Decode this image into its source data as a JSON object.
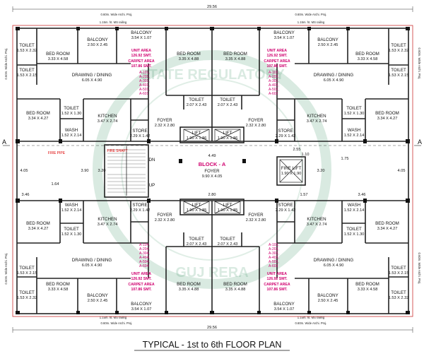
{
  "title": "TYPICAL - 1st to 6th FLOOR PLAN",
  "block": "BLOCK - A",
  "overall_dim": "29.56",
  "side_mark": "A",
  "road_label": "0.60m. Wide Archi. Proj.",
  "railing_label": "1.15m. ht. MS railing",
  "side_road_label": "0.60m. Wide Archi. Proj.",
  "watermark": {
    "top": "STATE REGULATORY",
    "bottom": "GUJ RERA"
  },
  "units": {
    "unit_area_label": "UNIT AREA",
    "unit_area": "126.92 SMT.",
    "carpet_area_label": "CARPET AREA",
    "carpet_area": "107.86 SMT.",
    "tl_flats": [
      "A-101,",
      "A-201,",
      "A-301,",
      "A-401,",
      "A-501,",
      "A-601"
    ],
    "tr_flats": [
      "A-102,",
      "A-202,",
      "A-302,",
      "A-402,",
      "A-502,",
      "A-602"
    ],
    "bl_flats": [
      "A-104,",
      "A-204,",
      "A-304,",
      "A-404,",
      "A-504,",
      "A-604"
    ],
    "br_flats": [
      "A-103,",
      "A-203,",
      "A-303,",
      "A-403,",
      "A-503,",
      "A-603"
    ]
  },
  "rooms": {
    "bedroom": "BED ROOM",
    "balcony": "BALCONY",
    "toilet": "TOILET",
    "drawing": "DRAWING / DINING",
    "kitchen": "KITCHEN",
    "wash": "WASH",
    "store": "STORE",
    "foyer": "FOYER",
    "lift": "LIFT",
    "fire_lift": "FIRE LIFT",
    "dn": "DN",
    "up": "UP",
    "fire_shaft": "FIRE SHAFT",
    "fire_pipe": "FIRE PIPE"
  },
  "dims": {
    "bed_top": "3.33 X 4.58",
    "bed_mid": "3.35 X 4.88",
    "balcony_a": "2.50 X 2.45",
    "balcony_b": "3.54 X 1.07",
    "toilet_a": "1.53 X 2.32",
    "toilet_b": "1.53 X 2.15",
    "drawing": "6.05 X 4.90",
    "bed_lower": "3.34 X 4.27",
    "toilet_c": "1.52 X 1.30",
    "wash": "1.52 X 2.14",
    "kitchen": "3.47 X 2.74",
    "toilet_center": "2.07 X 2.43",
    "store": "2.29 X 1.42",
    "foyer": "2.32 X 2.80",
    "lift": "1.90 X 1.86",
    "lift_b": "1.90 X 1.85",
    "fire_lift": "1.90 X 1.90",
    "foyer_center": "9.90 X 4.05",
    "v_405": "4.05",
    "v_346": "3.46",
    "v_164": "1.64",
    "v_175": "1.75",
    "v_390": "3.90",
    "v_320": "3.20",
    "v_449": "4.49",
    "v_280": "2.80",
    "v_157": "1.57",
    "v_255": "2.55",
    "v_110": "1.10"
  }
}
